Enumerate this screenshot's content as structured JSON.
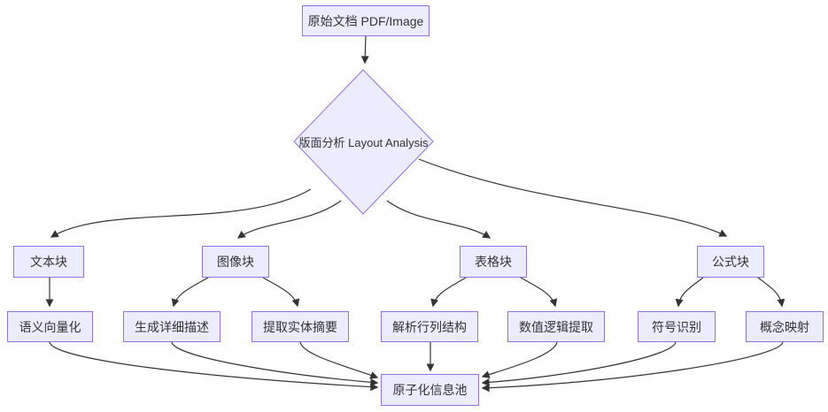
{
  "diagram": {
    "title": "document-parsing-flowchart",
    "colors": {
      "node_fill": "#ECECFF",
      "node_border": "#9370DB",
      "edge": "#333333",
      "background": "#ffffff",
      "text": "#333333"
    },
    "nodes": {
      "doc": {
        "label": "原始文档 PDF/Image",
        "shape": "rect"
      },
      "layout": {
        "label": "版面分析 Layout Analysis",
        "shape": "diamond"
      },
      "text_block": {
        "label": "文本块",
        "shape": "rect"
      },
      "image_block": {
        "label": "图像块",
        "shape": "rect"
      },
      "table_block": {
        "label": "表格块",
        "shape": "rect"
      },
      "formula_block": {
        "label": "公式块",
        "shape": "rect"
      },
      "semantic_vector": {
        "label": "语义向量化",
        "shape": "rect"
      },
      "gen_description": {
        "label": "生成详细描述",
        "shape": "rect"
      },
      "entity_summary": {
        "label": "提取实体摘要",
        "shape": "rect"
      },
      "parse_structure": {
        "label": "解析行列结构",
        "shape": "rect"
      },
      "numeric_logic": {
        "label": "数值逻辑提取",
        "shape": "rect"
      },
      "symbol_recognition": {
        "label": "符号识别",
        "shape": "rect"
      },
      "concept_mapping": {
        "label": "概念映射",
        "shape": "rect"
      },
      "info_pool": {
        "label": "原子化信息池",
        "shape": "rect"
      }
    },
    "edges": [
      {
        "from": "doc",
        "to": "layout"
      },
      {
        "from": "layout",
        "to": "text_block"
      },
      {
        "from": "layout",
        "to": "image_block"
      },
      {
        "from": "layout",
        "to": "table_block"
      },
      {
        "from": "layout",
        "to": "formula_block"
      },
      {
        "from": "text_block",
        "to": "semantic_vector"
      },
      {
        "from": "image_block",
        "to": "gen_description"
      },
      {
        "from": "image_block",
        "to": "entity_summary"
      },
      {
        "from": "table_block",
        "to": "parse_structure"
      },
      {
        "from": "table_block",
        "to": "numeric_logic"
      },
      {
        "from": "formula_block",
        "to": "symbol_recognition"
      },
      {
        "from": "formula_block",
        "to": "concept_mapping"
      },
      {
        "from": "semantic_vector",
        "to": "info_pool"
      },
      {
        "from": "gen_description",
        "to": "info_pool"
      },
      {
        "from": "entity_summary",
        "to": "info_pool"
      },
      {
        "from": "parse_structure",
        "to": "info_pool"
      },
      {
        "from": "numeric_logic",
        "to": "info_pool"
      },
      {
        "from": "symbol_recognition",
        "to": "info_pool"
      },
      {
        "from": "concept_mapping",
        "to": "info_pool"
      }
    ]
  }
}
